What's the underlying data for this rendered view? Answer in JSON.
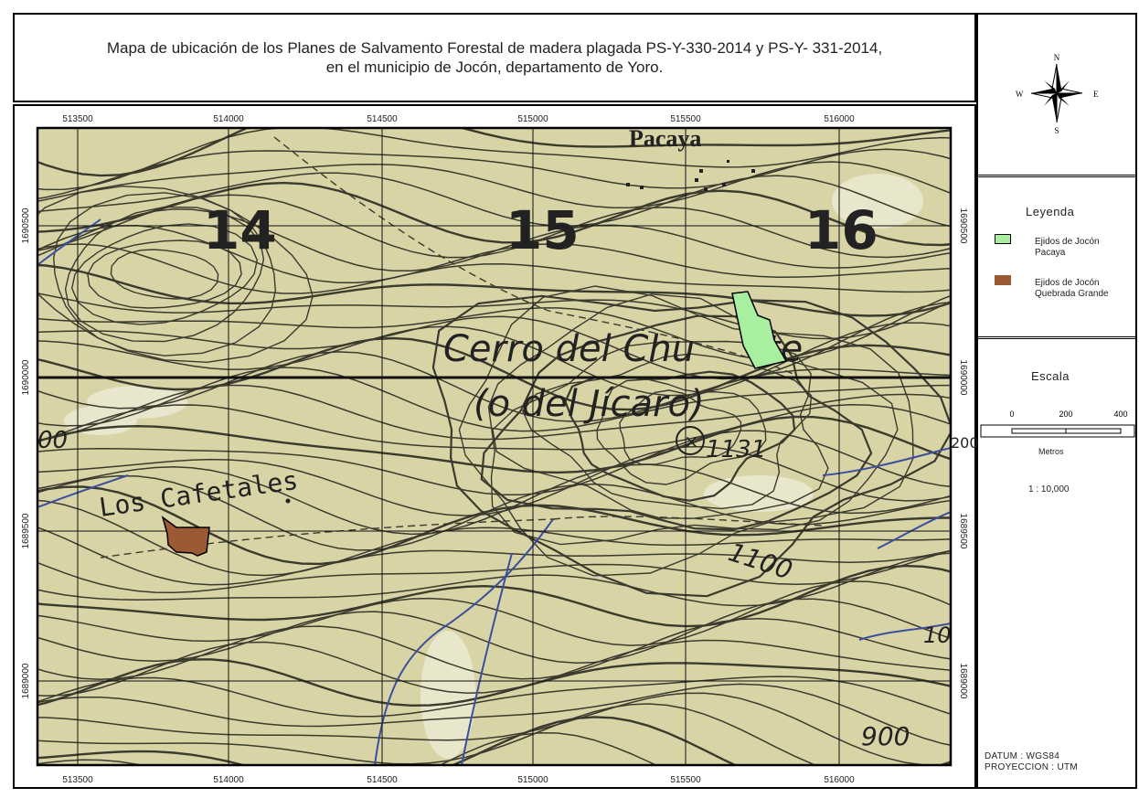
{
  "title": {
    "line1": "Mapa de ubicación de los Planes de Salvamento Forestal de madera plagada PS-Y-330-2014 y PS-Y- 331-2014,",
    "line2": "en el municipio de Jocón, departamento de Yoro."
  },
  "north_arrow": {
    "icon": "compass-rose-icon",
    "n": "N",
    "s": "S",
    "e": "E",
    "w": "W"
  },
  "grid": {
    "eastings": [
      "513500",
      "514000",
      "514500",
      "515000",
      "515500",
      "516000"
    ],
    "northings": [
      "1690500",
      "1690000",
      "1689500",
      "1689000"
    ]
  },
  "map_labels": {
    "sheet_14": "14",
    "sheet_15": "15",
    "sheet_16": "16",
    "cerro": "Cerro del Chu",
    "cerro_suffix": "te",
    "jicaro": "(o del Jícaro)",
    "elevation_1131": "1131",
    "elevation_1100": "1100",
    "elevation_900": "900",
    "elevation_200": "200",
    "elevation_10": "10",
    "elevation_00": "00",
    "los_cafetales": "Los Cafetales",
    "pacaya": "Pacaya"
  },
  "legend": {
    "title": "Leyenda",
    "items": [
      {
        "line1": "Ejidos de Jocón",
        "line2": "Pacaya",
        "color": "#a8f0a0"
      },
      {
        "line1": "Ejidos de Jocón",
        "line2": "Quebrada Grande",
        "color": "#9b5a33"
      }
    ]
  },
  "scale": {
    "title": "Escala",
    "ticks": [
      "0",
      "200",
      "400"
    ],
    "unit": "Metros",
    "ratio": "1 : 10,000"
  },
  "datum": {
    "line1": "DATUM : WGS84",
    "line2": "PROYECCION : UTM"
  },
  "colors": {
    "map_bg": "#d8d4a6",
    "contour": "#3b3a2e",
    "stream": "#3b4f9c"
  }
}
